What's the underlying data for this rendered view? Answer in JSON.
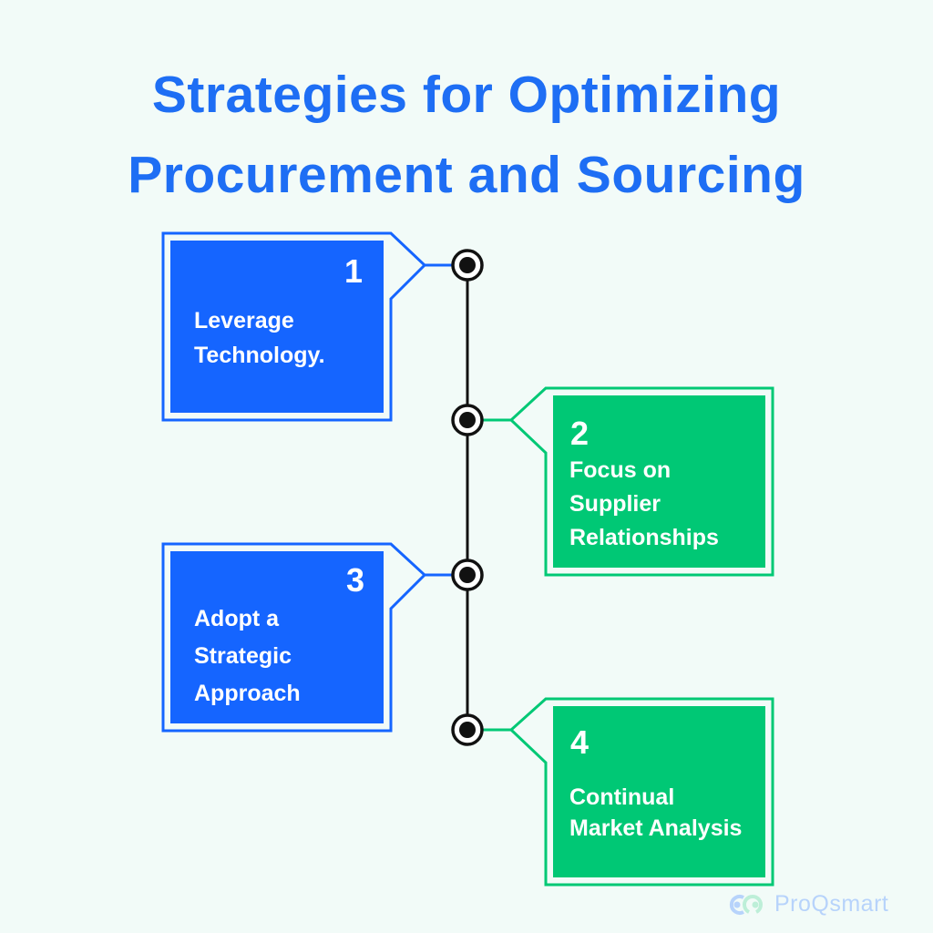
{
  "title": {
    "line1": "Strategies for Optimizing",
    "line2": "Procurement and Sourcing"
  },
  "steps": [
    {
      "number": "1",
      "label_lines": [
        "Leverage",
        "Technology."
      ],
      "color": "#1565FF"
    },
    {
      "number": "2",
      "label_lines": [
        "Focus on",
        "Supplier",
        "Relationships"
      ],
      "color": "#00C875"
    },
    {
      "number": "3",
      "label_lines": [
        "Adopt a",
        "Strategic",
        "Approach"
      ],
      "color": "#1565FF"
    },
    {
      "number": "4",
      "label_lines": [
        "Continual",
        "Market Analysis"
      ],
      "color": "#00C875"
    }
  ],
  "brand": {
    "name": "ProQsmart"
  }
}
